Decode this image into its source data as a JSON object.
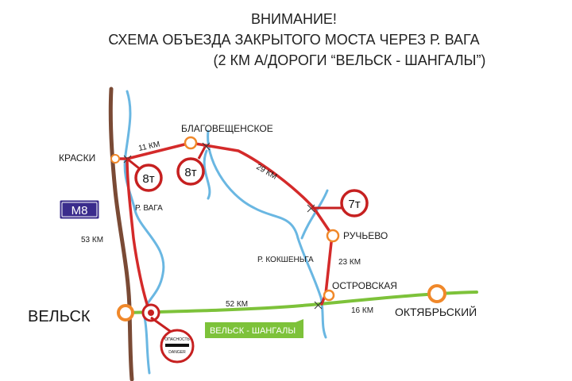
{
  "title": {
    "line1": "ВНИМАНИЕ!",
    "line2": "СХЕМА ОБЪЕЗДА ЗАКРЫТОГО МОСТА ЧЕРЕЗ Р. ВАГА",
    "line3": "(2 КМ А/ДОРОГИ “ВЕЛЬСК - ШАНГАЛЫ”)"
  },
  "towns": {
    "velsk": "ВЕЛЬСК",
    "kraski": "КРАСКИ",
    "blagoveshchenskoe": "БЛАГОВЕЩЕНСКОЕ",
    "ruchyevo": "РУЧЬЕВО",
    "ostrovskaya": "ОСТРОВСКАЯ",
    "oktyabrsky": "ОКТЯБРЬСКИЙ"
  },
  "rivers": {
    "vaga": "Р. ВАГА",
    "kokshenga": "Р. КОКШЕНЬГА"
  },
  "distances": {
    "km_11": "11 КМ",
    "km_29": "29 КМ",
    "km_23": "23 КМ",
    "km_52": "52 КМ",
    "km_16": "16 КМ",
    "km_53": "53 КМ"
  },
  "route_shield": {
    "label": "М8",
    "color": "#3a2c8c"
  },
  "road_banner": "ВЕЛЬСК - ШАНГАЛЫ",
  "weight_limits": {
    "sign1": "8т",
    "sign2": "8т",
    "sign3": "7т"
  },
  "danger_sign": {
    "top": "ОПАСНОСТЬ",
    "bottom": "DANGER"
  },
  "colors": {
    "detour_route": "#d42a2a",
    "main_road": "#7dc23a",
    "highway_m8": "#7a4a35",
    "river": "#6ab7e2",
    "town_marker": "#f0882a"
  }
}
